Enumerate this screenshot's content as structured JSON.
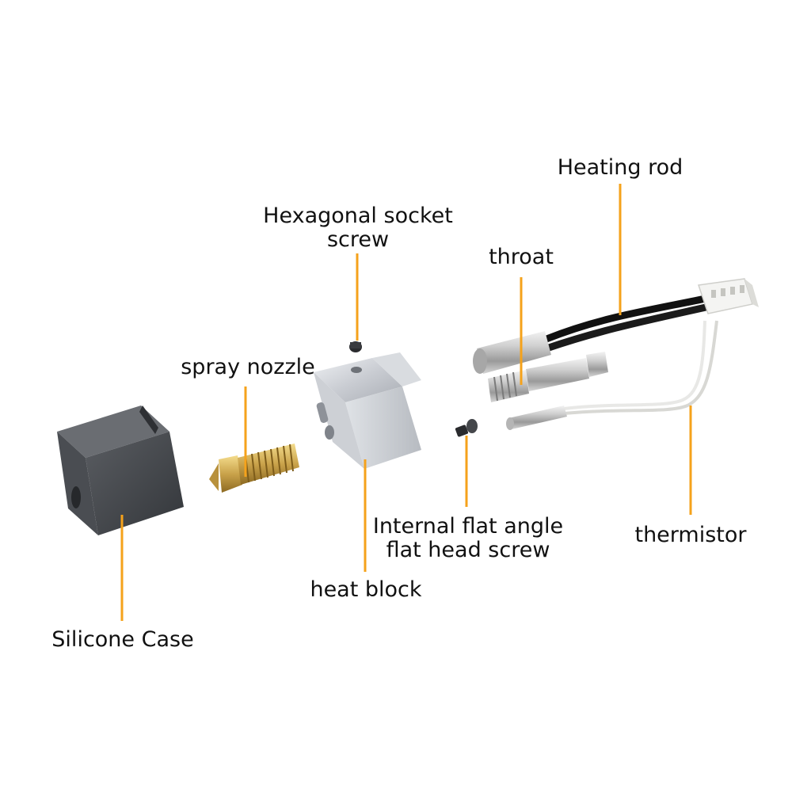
{
  "labels": {
    "heating_rod": "Heating rod",
    "hex_screw_line1": "Hexagonal socket",
    "hex_screw_line2": "screw",
    "throat": "throat",
    "spray_nozzle": "spray nozzle",
    "flat_screw_line1": "Internal flat angle",
    "flat_screw_line2": "flat head screw",
    "thermistor": "thermistor",
    "heat_block": "heat block",
    "silicone_case": "Silicone Case"
  },
  "colors": {
    "leader_line": "#f5a21b",
    "background": "#ffffff",
    "label_text": "#111111"
  }
}
